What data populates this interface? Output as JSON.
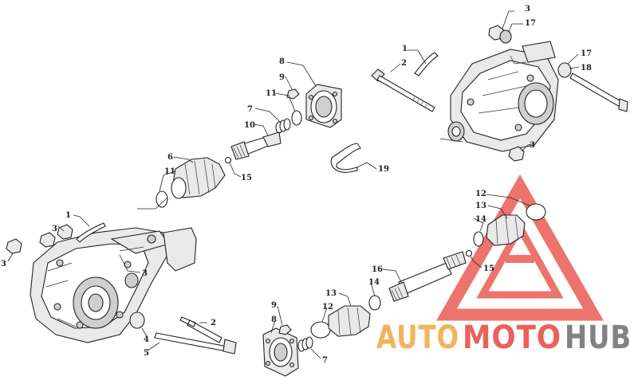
{
  "diagram": {
    "callouts": [
      {
        "id": "c-3-top",
        "text": "3"
      },
      {
        "id": "c-17-top",
        "text": "17"
      },
      {
        "id": "c-1-right",
        "text": "1"
      },
      {
        "id": "c-2-right",
        "text": "2"
      },
      {
        "id": "c-17-right",
        "text": "17"
      },
      {
        "id": "c-18",
        "text": "18"
      },
      {
        "id": "c-3-mid",
        "text": "3"
      },
      {
        "id": "c-8-top",
        "text": "8"
      },
      {
        "id": "c-9-top",
        "text": "9"
      },
      {
        "id": "c-11-top",
        "text": "11"
      },
      {
        "id": "c-7-top",
        "text": "7"
      },
      {
        "id": "c-10",
        "text": "10"
      },
      {
        "id": "c-6",
        "text": "6"
      },
      {
        "id": "c-11-left",
        "text": "11"
      },
      {
        "id": "c-15-left",
        "text": "15"
      },
      {
        "id": "c-19",
        "text": "19"
      },
      {
        "id": "c-1-left",
        "text": "1"
      },
      {
        "id": "c-3-left-a",
        "text": "3"
      },
      {
        "id": "c-3-left-b",
        "text": "3"
      },
      {
        "id": "c-3-left-c",
        "text": "3"
      },
      {
        "id": "c-4",
        "text": "4"
      },
      {
        "id": "c-5",
        "text": "5"
      },
      {
        "id": "c-2-left",
        "text": "2"
      },
      {
        "id": "c-12-right",
        "text": "12"
      },
      {
        "id": "c-13-right",
        "text": "13"
      },
      {
        "id": "c-14-right",
        "text": "14"
      },
      {
        "id": "c-15-right",
        "text": "15"
      },
      {
        "id": "c-16",
        "text": "16"
      },
      {
        "id": "c-14-low",
        "text": "14"
      },
      {
        "id": "c-13-low",
        "text": "13"
      },
      {
        "id": "c-12-low",
        "text": "12"
      },
      {
        "id": "c-9-low",
        "text": "9"
      },
      {
        "id": "c-8-low",
        "text": "8"
      },
      {
        "id": "c-7-low",
        "text": "7"
      }
    ]
  },
  "watermark": {
    "part_auto": "AUTO",
    "part_moto": "MOTO",
    "part_hub": "HUB",
    "colors": {
      "red": "#e8463c",
      "orange": "#f0a640",
      "gray": "#6d6d6d"
    }
  }
}
